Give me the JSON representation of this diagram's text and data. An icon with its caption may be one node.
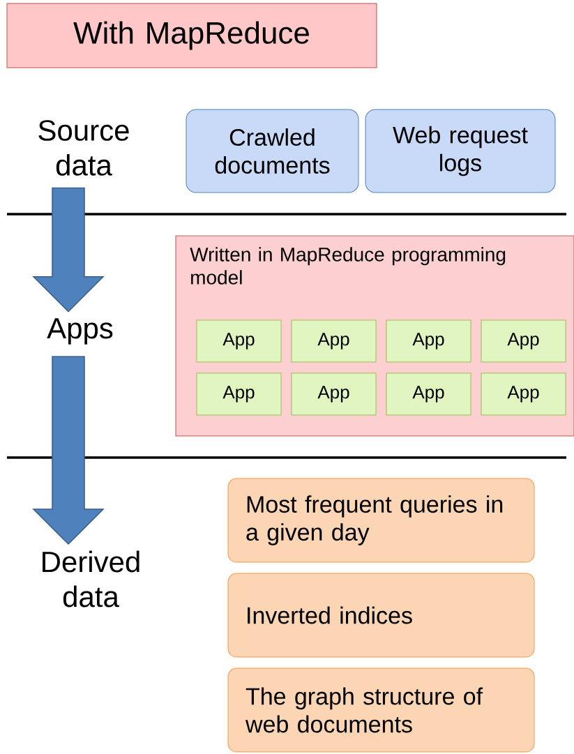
{
  "diagram": {
    "nodes": [
      {
        "text": [
          "With MapReduce"
        ]
      },
      {
        "text": [
          "Crawled documents"
        ]
      },
      {
        "text": [
          "Web request logs"
        ]
      },
      {
        "text": [
          "Written in MapReduce programming model"
        ]
      },
      {
        "text": [
          "App"
        ],
        "in": 3
      },
      {
        "text": [
          "App"
        ],
        "in": 3
      },
      {
        "text": [
          "App"
        ],
        "in": 3
      },
      {
        "text": [
          "App"
        ],
        "in": 3
      },
      {
        "text": [
          "App"
        ],
        "in": 3
      },
      {
        "text": [
          "App"
        ],
        "in": 3
      },
      {
        "text": [
          "App"
        ],
        "in": 3
      },
      {
        "text": [
          "App"
        ],
        "in": 3
      },
      {
        "text": [
          "Most frequent queries in a given day"
        ]
      },
      {
        "text": [
          "Inverted indices"
        ]
      },
      {
        "text": [
          "The graph structure of web documents"
        ]
      },
      {
        "text": [
          "Source data"
        ]
      },
      {
        "text": [
          "Apps"
        ]
      },
      {
        "text": [
          "Derived data"
        ]
      }
    ],
    "edges": [
      {
        "from": 15,
        "to": 16,
        "arrow": "to"
      },
      {
        "from": 16,
        "to": 17,
        "arrow": "to"
      }
    ]
  }
}
